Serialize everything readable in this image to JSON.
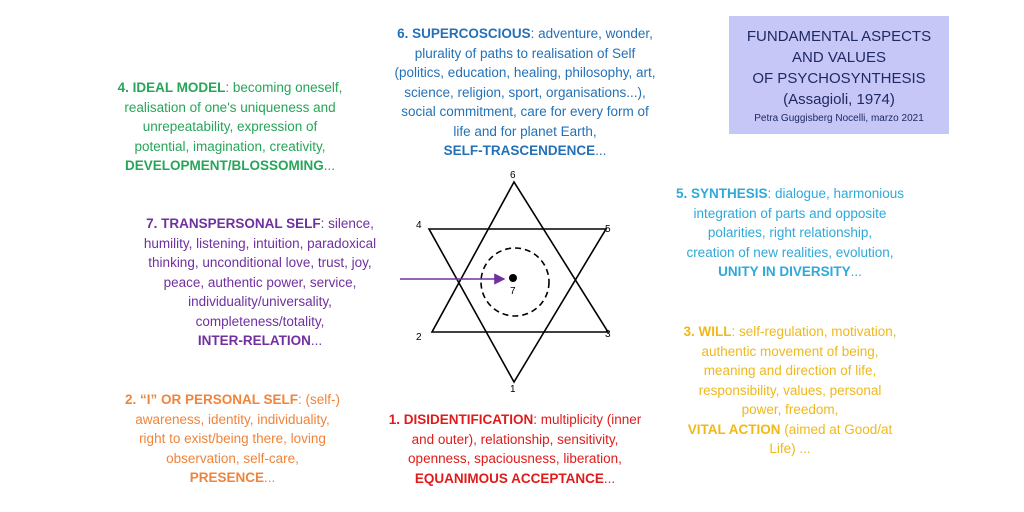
{
  "title_box": {
    "lines": [
      "FUNDAMENTAL ASPECTS",
      "AND VALUES",
      "OF PSYCHOSYNTHESIS",
      "(Assagioli, 1974)"
    ],
    "author": "Petra Guggisberg Nocelli, marzo 2021",
    "background": "#c6c6f7"
  },
  "blocks": {
    "b6": {
      "color": "#2471b8",
      "lines": [
        [
          [
            "6. SUPERCOSCIOUS",
            true
          ],
          [
            ": adventure, wonder,",
            false
          ]
        ],
        [
          [
            "plurality of paths to realisation of Self",
            false
          ]
        ],
        [
          [
            "(politics, education, healing, philosophy, art,",
            false
          ]
        ],
        [
          [
            "science, religion, sport, organisations...),",
            false
          ]
        ],
        [
          [
            "social commitment, care for every form of",
            false
          ]
        ],
        [
          [
            "life and for planet Earth,",
            false
          ]
        ],
        [
          [
            "SELF-TRASCENDENCE",
            true
          ],
          [
            "...",
            false
          ]
        ]
      ]
    },
    "b4": {
      "color": "#27a558",
      "lines": [
        [
          [
            "4. IDEAL MODEL",
            true
          ],
          [
            ": becoming oneself,",
            false
          ]
        ],
        [
          [
            "realisation of one's uniqueness and",
            false
          ]
        ],
        [
          [
            "unrepeatability, expression of",
            false
          ]
        ],
        [
          [
            "potential, imagination, creativity,",
            false
          ]
        ],
        [
          [
            "DEVELOPMENT/BLOSSOMING",
            true
          ],
          [
            "...",
            false
          ]
        ]
      ]
    },
    "b7": {
      "color": "#7030a0",
      "lines": [
        [
          [
            "7. TRANSPERSONAL SELF",
            true
          ],
          [
            ": silence,",
            false
          ]
        ],
        [
          [
            "humility, listening, intuition, paradoxical",
            false
          ]
        ],
        [
          [
            "thinking, unconditional love, trust, joy,",
            false
          ]
        ],
        [
          [
            "peace, authentic power, service,",
            false
          ]
        ],
        [
          [
            "individuality/universality,",
            false
          ]
        ],
        [
          [
            "completeness/totality,",
            false
          ]
        ],
        [
          [
            "INTER-RELATION",
            true
          ],
          [
            "...",
            false
          ]
        ]
      ]
    },
    "b5": {
      "color": "#2ea9d9",
      "lines": [
        [
          [
            "5. SYNTHESIS",
            true
          ],
          [
            ": dialogue, harmonious",
            false
          ]
        ],
        [
          [
            "integration of parts and opposite",
            false
          ]
        ],
        [
          [
            "polarities, right relationship,",
            false
          ]
        ],
        [
          [
            "creation of new realities, evolution,",
            false
          ]
        ],
        [
          [
            "UNITY IN DIVERSITY",
            true
          ],
          [
            "...",
            false
          ]
        ]
      ]
    },
    "b3": {
      "color": "#f0b81b",
      "lines": [
        [
          [
            "3. WILL",
            true
          ],
          [
            ": self-regulation, motivation,",
            false
          ]
        ],
        [
          [
            "authentic movement of being,",
            false
          ]
        ],
        [
          [
            "meaning and direction of life,",
            false
          ]
        ],
        [
          [
            "responsibility, values, personal",
            false
          ]
        ],
        [
          [
            "power, freedom,",
            false
          ]
        ],
        [
          [
            "VITAL ACTION",
            true
          ],
          [
            " (aimed at Good/at",
            false
          ]
        ],
        [
          [
            "Life) ...",
            false
          ]
        ]
      ]
    },
    "b2": {
      "color": "#f0843a",
      "lines": [
        [
          [
            "2. “I” OR PERSONAL SELF",
            true
          ],
          [
            ": (self-)",
            false
          ]
        ],
        [
          [
            "awareness, identity, individuality,",
            false
          ]
        ],
        [
          [
            "right to exist/being there, loving",
            false
          ]
        ],
        [
          [
            "observation, self-care,",
            false
          ]
        ],
        [
          [
            "PRESENCE",
            true
          ],
          [
            "...",
            false
          ]
        ]
      ]
    },
    "b1": {
      "color": "#e01b1b",
      "lines": [
        [
          [
            "1. DISIDENTIFICATION",
            true
          ],
          [
            ": multiplicity (inner",
            false
          ]
        ],
        [
          [
            "and outer), relationship, sensitivity,",
            false
          ]
        ],
        [
          [
            "openness, spaciousness, liberation,",
            false
          ]
        ],
        [
          [
            "EQUANIMOUS ACCEPTANCE",
            true
          ],
          [
            "...",
            false
          ]
        ]
      ]
    }
  },
  "star": {
    "point_labels": [
      "6",
      "4",
      "5",
      "2",
      "3",
      "1"
    ],
    "center_label": "7",
    "stroke": "#000000",
    "arrow_color": "#7030a0"
  }
}
